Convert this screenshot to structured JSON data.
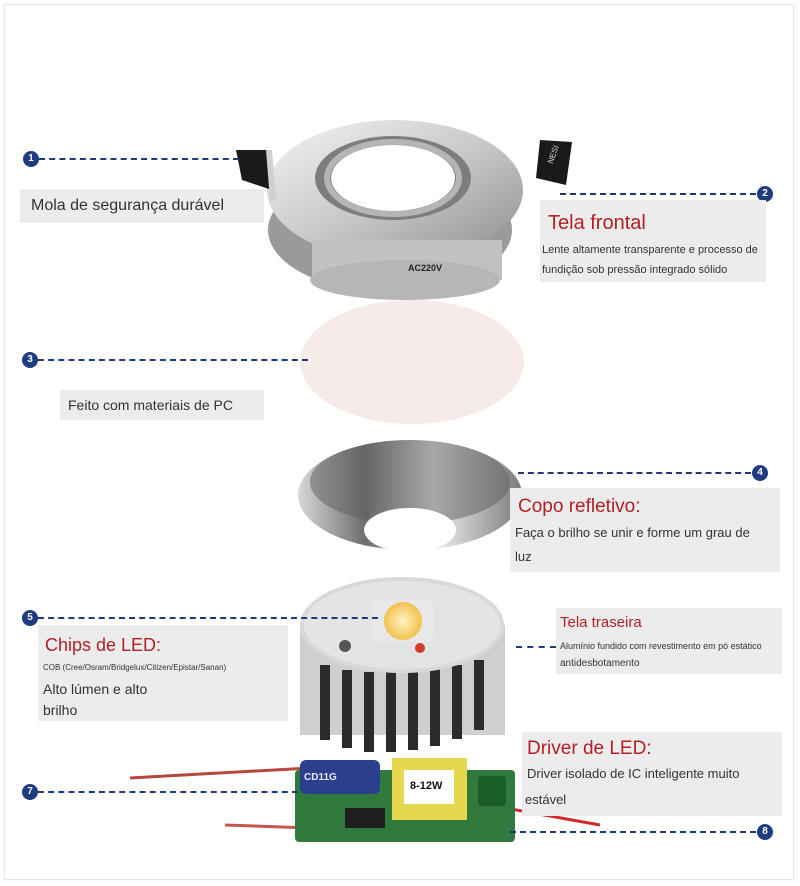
{
  "callouts": {
    "c1": {
      "num": "1",
      "title": "Mola de segurança durável"
    },
    "c2": {
      "num": "2",
      "title": "Tela frontal",
      "desc1": "Lente altamente transparente e processo de",
      "desc2": "fundição sob pressão integrado sólido"
    },
    "c3": {
      "num": "3",
      "title": "Feito com materiais de PC"
    },
    "c4": {
      "num": "4",
      "title": "Copo refletivo:",
      "desc1": "Faça o brilho se unir e forme um grau de",
      "desc2": "luz"
    },
    "c5": {
      "num": "5",
      "title": "Chips de LED:",
      "brands": "COB (Cree/Osram/Bridgelux/Citizen/Epistar/Sanan)",
      "desc1": "Alto lúmen e alto",
      "desc2": "brilho"
    },
    "c6": {
      "title": "Tela traseira",
      "desc1": "Alumínio fundido com revestimento em pó estático",
      "desc2": "antidesbotamento"
    },
    "c7": {
      "num": "7"
    },
    "c8": {
      "num": "8",
      "title": "Driver de LED:",
      "desc1": "Driver isolado de IC inteligente muito",
      "desc2": "estável"
    }
  },
  "product_marks": {
    "housing": "AC220V",
    "clip": "NESI",
    "capacitor": "CD11G",
    "transformer": "8-12W"
  },
  "colors": {
    "accent_red": "#b31f24",
    "leader_blue": "#1f3c82",
    "card_gray": "#ececec"
  }
}
